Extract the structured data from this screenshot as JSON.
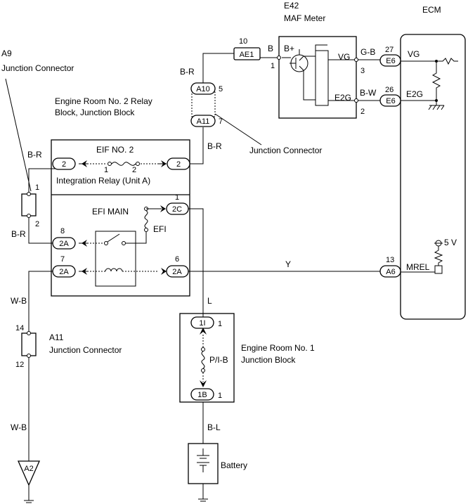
{
  "components": {
    "a9_id": "A9",
    "a9_name": "Junction Connector",
    "relay_block_line1": "Engine Room No. 2 Relay",
    "relay_block_line2": "Block, Junction Block",
    "e42_id": "E42",
    "e42_name": "MAF Meter",
    "ecm": "ECM",
    "junction_connector": "Junction Connector",
    "a11_id": "A11",
    "a11_name": "Junction Connector",
    "erjb_line1": "Engine Room No. 1",
    "erjb_line2": "Junction Block",
    "battery": "Battery",
    "ground_connector": "A2"
  },
  "relay_block": {
    "eif_no2": "EIF NO. 2",
    "integration_relay": "Integration Relay (Unit A)",
    "efi_main": "EFI MAIN",
    "efi_fuse": "EFI",
    "fuse_pin1": "1",
    "fuse_pin2": "2"
  },
  "maf": {
    "b_plus": "B+",
    "vg": "VG",
    "e2g": "E2G",
    "pin_bplus": "1",
    "pin_vg": "3",
    "pin_e2g": "2"
  },
  "ecm": {
    "vg": "VG",
    "e2g": "E2G",
    "mrel": "MREL",
    "five_v": "5 V",
    "pin_vg": "27",
    "pin_e2g": "26",
    "pin_mrel": "13"
  },
  "connectors": {
    "ae1": "AE1",
    "ae1_pin": "10",
    "a10": "A10",
    "a10_pin": "5",
    "a11": "A11",
    "a11_pin": "7",
    "e6_vg": "E6",
    "e6_e2g": "E6",
    "a6": "A6",
    "eif_left": "2",
    "eif_right": "2",
    "c2c": "2C",
    "c2c_pin": "1",
    "c2a_efi": "2A",
    "c2a_efi_pin": "8",
    "c2a_coil_left": "2A",
    "c2a_coil_left_pin": "7",
    "c2a_coil_right": "2A",
    "c2a_coil_right_pin": "6",
    "c1i": "1I",
    "c1i_pin": "1",
    "c1b": "1B",
    "c1b_pin": "1",
    "pib_fuse": "P/I-B"
  },
  "wires": {
    "b": "B",
    "b_r_top": "B-R",
    "b_r_mid": "B-R",
    "b_r_a9_top": "B-R",
    "b_r_a9_bottom": "B-R",
    "g_b": "G-B",
    "b_w": "B-W",
    "y": "Y",
    "l": "L",
    "b_l": "B-L",
    "w_b_top": "W-B",
    "w_b_bottom": "W-B"
  },
  "pins": {
    "a9_top": "1",
    "a9_bottom": "2",
    "a11_top": "14",
    "a11_bottom": "12"
  }
}
